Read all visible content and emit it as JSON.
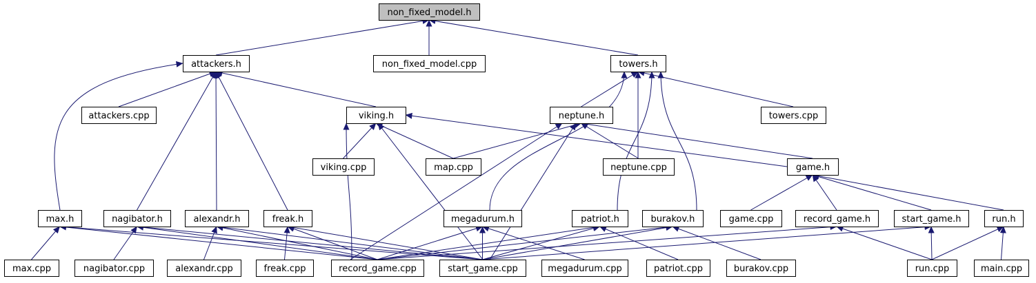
{
  "colors": {
    "edge": "#191970",
    "node_border": "#000000",
    "node_fill": "#ffffff",
    "root_fill": "#bfbfbf"
  },
  "nodes": [
    {
      "id": "non_fixed_model_h",
      "label": "non_fixed_model.h",
      "root": true
    },
    {
      "id": "attackers_h",
      "label": "attackers.h"
    },
    {
      "id": "non_fixed_model_cpp",
      "label": "non_fixed_model.cpp"
    },
    {
      "id": "towers_h",
      "label": "towers.h"
    },
    {
      "id": "attackers_cpp",
      "label": "attackers.cpp"
    },
    {
      "id": "viking_h",
      "label": "viking.h"
    },
    {
      "id": "neptune_h",
      "label": "neptune.h"
    },
    {
      "id": "towers_cpp",
      "label": "towers.cpp"
    },
    {
      "id": "viking_cpp",
      "label": "viking.cpp"
    },
    {
      "id": "map_cpp",
      "label": "map.cpp"
    },
    {
      "id": "neptune_cpp",
      "label": "neptune.cpp"
    },
    {
      "id": "game_h",
      "label": "game.h"
    },
    {
      "id": "max_h",
      "label": "max.h"
    },
    {
      "id": "nagibator_h",
      "label": "nagibator.h"
    },
    {
      "id": "alexandr_h",
      "label": "alexandr.h"
    },
    {
      "id": "freak_h",
      "label": "freak.h"
    },
    {
      "id": "megadurum_h",
      "label": "megadurum.h"
    },
    {
      "id": "patriot_h",
      "label": "patriot.h"
    },
    {
      "id": "burakov_h",
      "label": "burakov.h"
    },
    {
      "id": "game_cpp",
      "label": "game.cpp"
    },
    {
      "id": "record_game_h",
      "label": "record_game.h"
    },
    {
      "id": "start_game_h",
      "label": "start_game.h"
    },
    {
      "id": "run_h",
      "label": "run.h"
    },
    {
      "id": "max_cpp",
      "label": "max.cpp"
    },
    {
      "id": "nagibator_cpp",
      "label": "nagibator.cpp"
    },
    {
      "id": "alexandr_cpp",
      "label": "alexandr.cpp"
    },
    {
      "id": "freak_cpp",
      "label": "freak.cpp"
    },
    {
      "id": "record_game_cpp",
      "label": "record_game.cpp"
    },
    {
      "id": "start_game_cpp",
      "label": "start_game.cpp"
    },
    {
      "id": "megadurum_cpp",
      "label": "megadurum.cpp"
    },
    {
      "id": "patriot_cpp",
      "label": "patriot.cpp"
    },
    {
      "id": "burakov_cpp",
      "label": "burakov.cpp"
    },
    {
      "id": "run_cpp",
      "label": "run.cpp"
    },
    {
      "id": "main_cpp",
      "label": "main.cpp"
    }
  ],
  "edges": [
    [
      "attackers_h",
      "non_fixed_model_h"
    ],
    [
      "non_fixed_model_cpp",
      "non_fixed_model_h"
    ],
    [
      "towers_h",
      "non_fixed_model_h"
    ],
    [
      "max_h",
      "attackers_h"
    ],
    [
      "attackers_cpp",
      "attackers_h"
    ],
    [
      "nagibator_h",
      "attackers_h"
    ],
    [
      "alexandr_h",
      "attackers_h"
    ],
    [
      "freak_h",
      "attackers_h"
    ],
    [
      "viking_h",
      "attackers_h"
    ],
    [
      "megadurum_h",
      "towers_h"
    ],
    [
      "neptune_h",
      "towers_h"
    ],
    [
      "neptune_cpp",
      "towers_h"
    ],
    [
      "patriot_h",
      "towers_h"
    ],
    [
      "burakov_h",
      "towers_h"
    ],
    [
      "towers_cpp",
      "towers_h"
    ],
    [
      "record_game_cpp",
      "viking_h"
    ],
    [
      "viking_cpp",
      "viking_h"
    ],
    [
      "map_cpp",
      "viking_h"
    ],
    [
      "start_game_cpp",
      "viking_h"
    ],
    [
      "game_h",
      "viking_h"
    ],
    [
      "record_game_cpp",
      "neptune_h"
    ],
    [
      "map_cpp",
      "neptune_h"
    ],
    [
      "start_game_cpp",
      "neptune_h"
    ],
    [
      "neptune_cpp",
      "neptune_h"
    ],
    [
      "game_h",
      "neptune_h"
    ],
    [
      "game_cpp",
      "game_h"
    ],
    [
      "record_game_h",
      "game_h"
    ],
    [
      "start_game_h",
      "game_h"
    ],
    [
      "run_h",
      "game_h"
    ],
    [
      "max_cpp",
      "max_h"
    ],
    [
      "record_game_cpp",
      "max_h"
    ],
    [
      "start_game_cpp",
      "max_h"
    ],
    [
      "nagibator_cpp",
      "nagibator_h"
    ],
    [
      "record_game_cpp",
      "nagibator_h"
    ],
    [
      "start_game_cpp",
      "nagibator_h"
    ],
    [
      "alexandr_cpp",
      "alexandr_h"
    ],
    [
      "record_game_cpp",
      "alexandr_h"
    ],
    [
      "start_game_cpp",
      "alexandr_h"
    ],
    [
      "freak_cpp",
      "freak_h"
    ],
    [
      "record_game_cpp",
      "freak_h"
    ],
    [
      "start_game_cpp",
      "freak_h"
    ],
    [
      "record_game_cpp",
      "megadurum_h"
    ],
    [
      "start_game_cpp",
      "megadurum_h"
    ],
    [
      "megadurum_cpp",
      "megadurum_h"
    ],
    [
      "record_game_cpp",
      "patriot_h"
    ],
    [
      "start_game_cpp",
      "patriot_h"
    ],
    [
      "patriot_cpp",
      "patriot_h"
    ],
    [
      "record_game_cpp",
      "burakov_h"
    ],
    [
      "start_game_cpp",
      "burakov_h"
    ],
    [
      "burakov_cpp",
      "burakov_h"
    ],
    [
      "record_game_cpp",
      "record_game_h"
    ],
    [
      "run_cpp",
      "record_game_h"
    ],
    [
      "start_game_cpp",
      "start_game_h"
    ],
    [
      "run_cpp",
      "start_game_h"
    ],
    [
      "run_cpp",
      "run_h"
    ],
    [
      "main_cpp",
      "run_h"
    ]
  ]
}
